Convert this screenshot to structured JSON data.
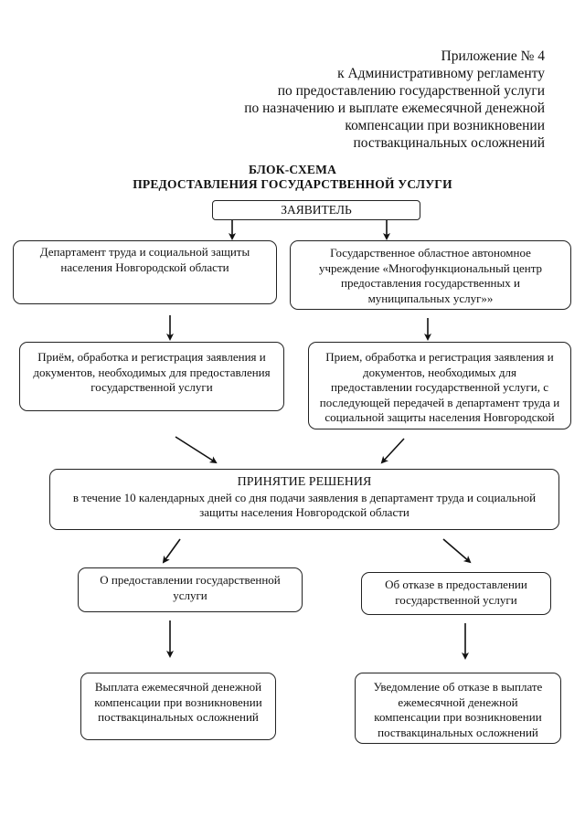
{
  "appendix": {
    "lines": [
      "Приложение № 4",
      "к Административному регламенту",
      "по предоставлению государственной услуги",
      "по назначению и выплате ежемесячной денежной",
      "компенсации при возникновении",
      "поствакцинальных осложнений"
    ]
  },
  "title": {
    "line1": "БЛОК-СХЕМА",
    "line2": "ПРЕДОСТАВЛЕНИЯ ГОСУДАРСТВЕННОЙ УСЛУГИ"
  },
  "nodes": {
    "applicant": "ЗАЯВИТЕЛЬ",
    "department": [
      "Департамент труда и социальной защиты",
      "населения Новгородской области"
    ],
    "mfc": [
      "Государственное областное автономное",
      "учреждение «Многофункциональный центр",
      "предоставления государственных и",
      "муниципальных услуг»»"
    ],
    "dept_processing": [
      "Приём, обработка и регистрация заявления и",
      "документов, необходимых для предоставления",
      "государственной услуги"
    ],
    "mfc_processing": [
      "Прием, обработка и регистрация заявления и",
      "документов, необходимых для",
      "предоставлении государственной услуги, с",
      "последующей передачей в департамент труда и",
      "социальной защиты населения Новгородской"
    ],
    "decision_title": "ПРИНЯТИЕ РЕШЕНИЯ",
    "decision_text": [
      "в течение 10 календарных дней со дня подачи заявления в департамент труда и социальной",
      "защиты населения Новгородской области"
    ],
    "grant": [
      "О предоставлении государственной",
      "услуги"
    ],
    "refusal": [
      "Об отказе в предоставлении",
      "государственной услуги"
    ],
    "payment": [
      "Выплата ежемесячной денежной",
      "компенсации при возникновении",
      "поствакцинальных осложнений"
    ],
    "refusal_notice": [
      "Уведомление об отказе в выплате",
      "ежемесячной денежной",
      "компенсации при возникновении",
      "поствакцинальных осложнений"
    ]
  }
}
